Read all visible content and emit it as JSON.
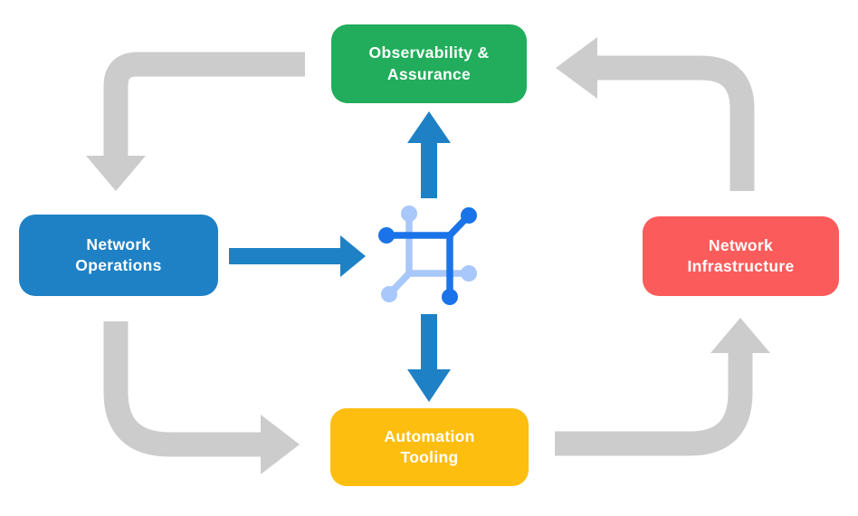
{
  "canvas": {
    "background_color": "#ffffff"
  },
  "diagram": {
    "nodes": [
      {
        "id": "observability",
        "lines": [
          "Observability &",
          "Assurance"
        ],
        "color": "#21AD5B",
        "text_color": "#ffffff"
      },
      {
        "id": "operations",
        "lines": [
          "Network",
          "Operations"
        ],
        "color": "#1E81C5",
        "text_color": "#ffffff"
      },
      {
        "id": "infrastructure",
        "lines": [
          "Network",
          "Infrastructure"
        ],
        "color": "#FC5B5B",
        "text_color": "#ffffff"
      },
      {
        "id": "automation",
        "lines": [
          "Automation",
          "Tooling"
        ],
        "color": "#FEBE10",
        "text_color": "#ffffff"
      }
    ],
    "center_icon": {
      "name": "network-hub-icon",
      "dark_color": "#1A73E8",
      "light_color": "#A8C7FA"
    },
    "arrows": {
      "gray_color": "#CCCCCC",
      "blue_color": "#1E81C5",
      "gray_flow": [
        {
          "from": "observability",
          "to": "operations"
        },
        {
          "from": "operations",
          "to": "automation"
        },
        {
          "from": "automation",
          "to": "infrastructure"
        },
        {
          "from": "infrastructure",
          "to": "observability"
        }
      ],
      "blue_flow": [
        {
          "from": "operations",
          "to": "center"
        },
        {
          "from": "center",
          "to": "observability"
        },
        {
          "from": "center",
          "to": "automation"
        }
      ]
    }
  }
}
